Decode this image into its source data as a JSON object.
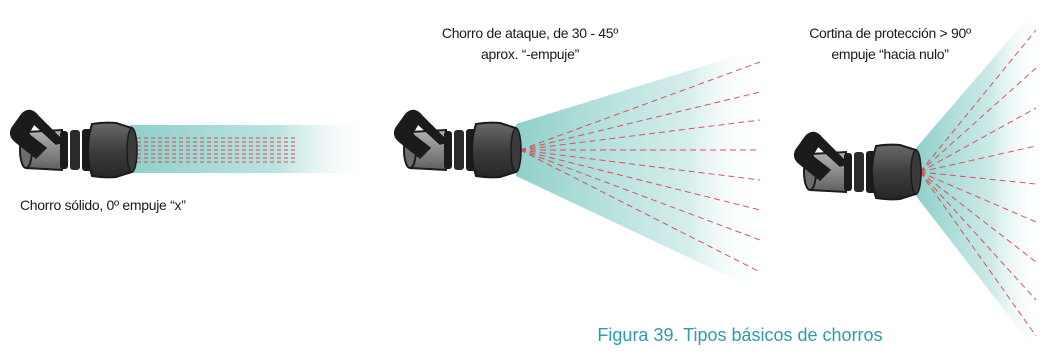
{
  "labels": {
    "solid": "Chorro sólido,  0º empuje “x”",
    "attack_line1": "Chorro de ataque, de 30 - 45º",
    "attack_line2": "aprox. “-empuje”",
    "curtain_line1": "Cortina de protección > 90º",
    "curtain_line2": "empuje “hacia nulo”"
  },
  "caption": "Figura 39. Tipos básicos de chorros",
  "colors": {
    "spray": "#9fd5d2",
    "dash": "#d8434b",
    "nozzle_body": "#8a8a8c",
    "grip": "#1b1b1b",
    "collar": "#454545",
    "caption": "#2f9ab2"
  },
  "icons": {
    "nozzle": "fire-hose-nozzle-icon"
  }
}
